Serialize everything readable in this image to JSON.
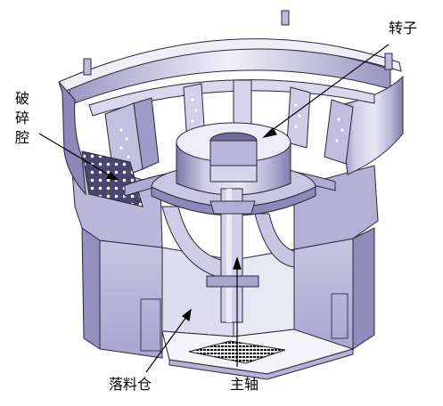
{
  "labels": {
    "rotor": "转子",
    "crushing_chamber": [
      "破",
      "碎",
      "腔"
    ],
    "discharge_bin": "落料仓",
    "main_shaft": "主轴"
  },
  "colors": {
    "metal_light": "#d4d2ea",
    "metal_mid": "#a9a6cf",
    "metal_dark": "#6e6a98",
    "outline": "#2a2838",
    "wall_face": "#bcb9dc",
    "grate": "#1a1a1a"
  }
}
